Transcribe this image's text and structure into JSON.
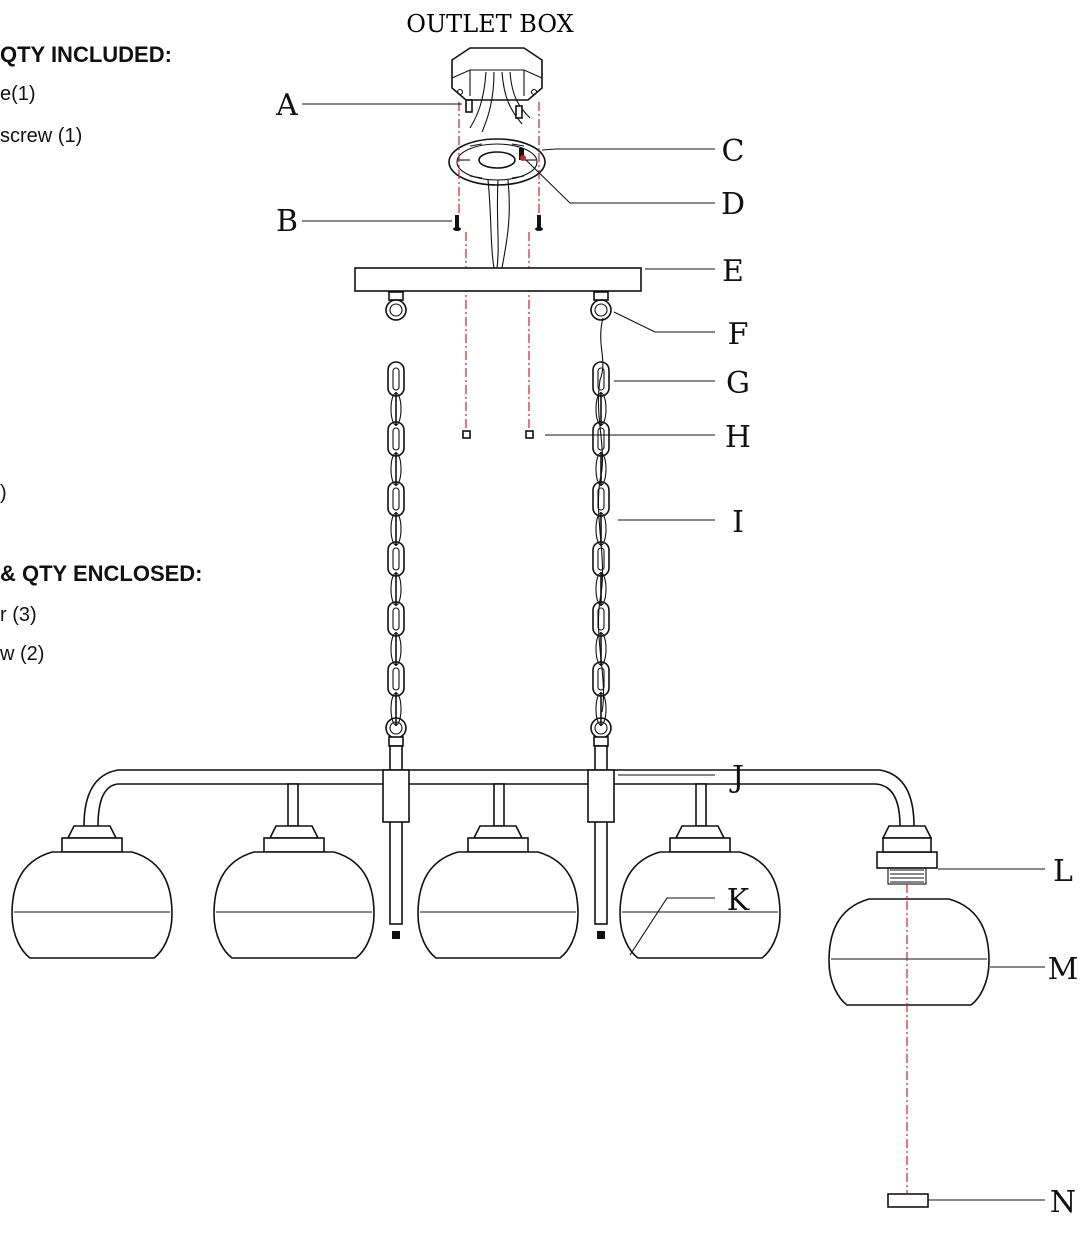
{
  "title": "OUTLET BOX",
  "left_panel": {
    "heading_included": "QTY INCLUDED:",
    "item1": "e(1)",
    "item2": "screw (1)",
    "item3": ")",
    "item4": "",
    "heading_enclosed": "& QTY ENCLOSED:",
    "item5": "r (3)",
    "item6": "w (2)"
  },
  "callouts": [
    "A",
    "B",
    "C",
    "D",
    "E",
    "F",
    "G",
    "H",
    "I",
    "J",
    "K",
    "L",
    "M",
    "N"
  ]
}
